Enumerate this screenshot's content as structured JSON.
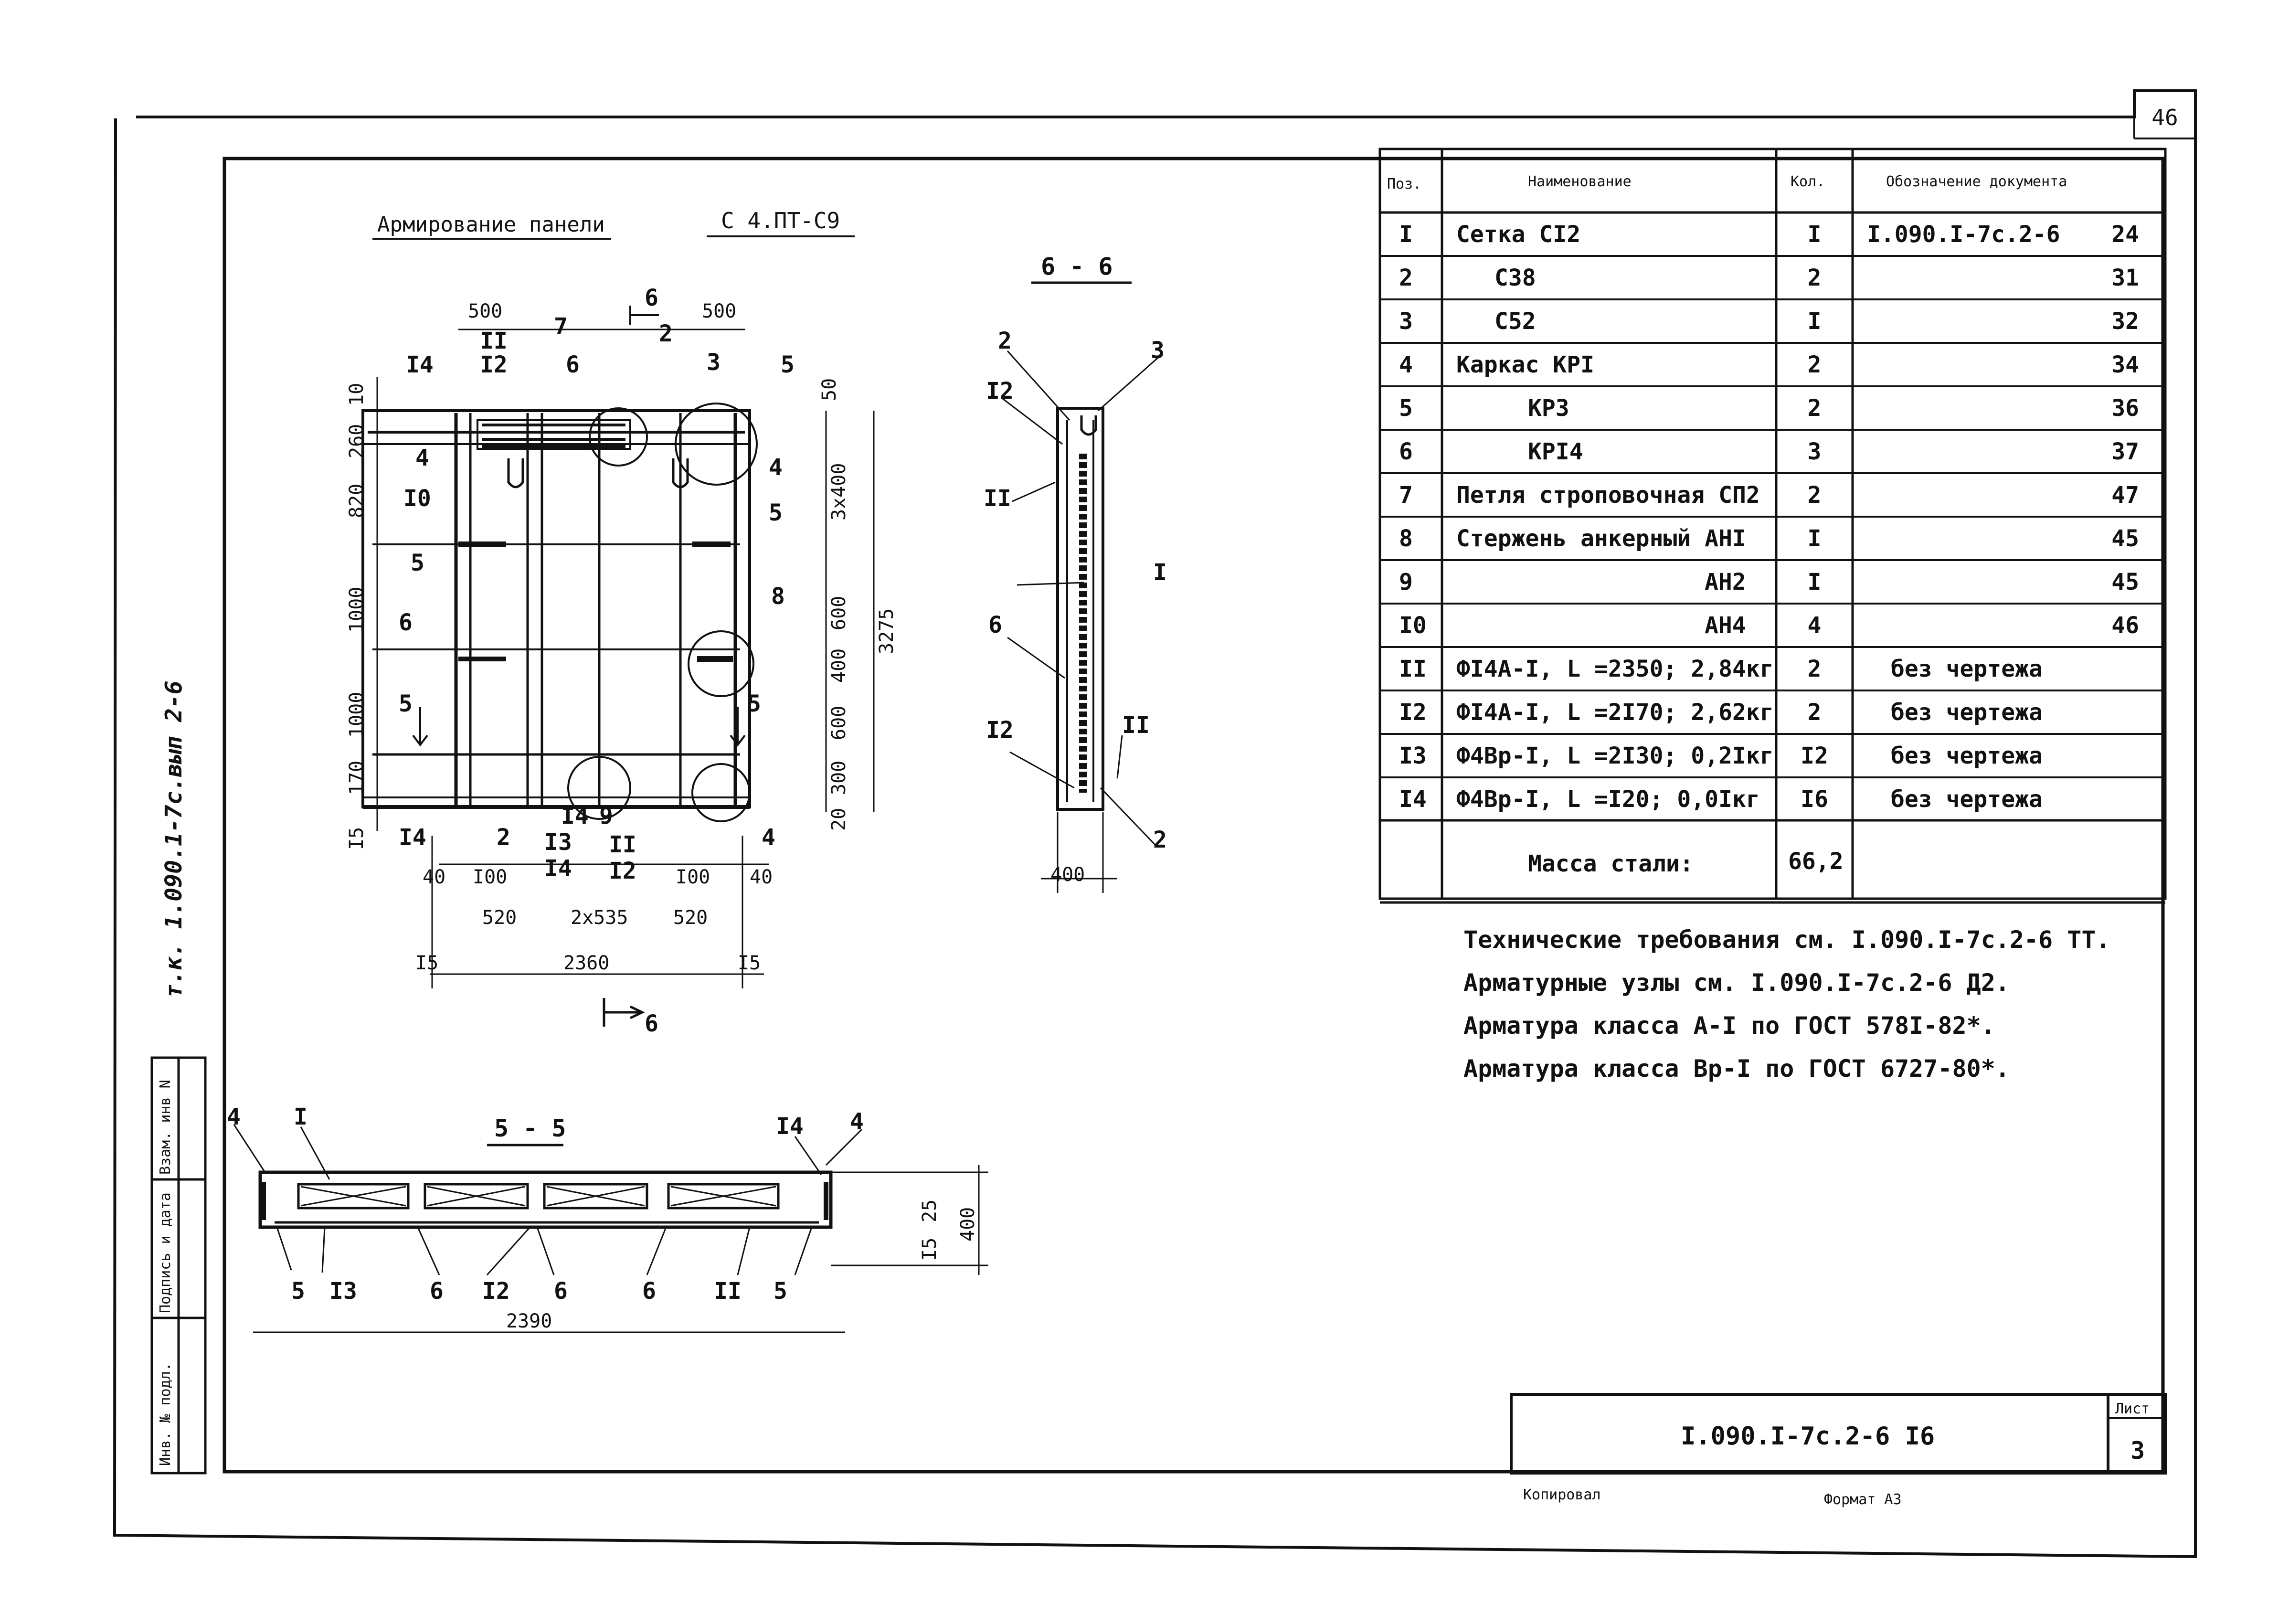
{
  "sheet": {
    "page_number": "46",
    "side_stamp": "т.к. 1.090.1-7с.вып 2-6",
    "side_block": [
      "Взам. инв N",
      "Подпись и дата",
      "Инв. № подл."
    ]
  },
  "drawing": {
    "title": "Армирование панели",
    "mark": "С 4.ПТ-С9",
    "section_66": "6 - 6",
    "section_55": "5 - 5",
    "cut_label": "6",
    "cut5_label": "5",
    "dims_top": [
      "500",
      "500",
      "50"
    ],
    "dims_left": [
      "10",
      "260",
      "820",
      "1000",
      "1000",
      "170",
      "I5"
    ],
    "dims_right": [
      "3х400",
      "600",
      "400",
      "600",
      "300",
      "20",
      "3275"
    ],
    "dims_bottom": [
      "40",
      "I00",
      "I00",
      "40",
      "520",
      "2х535",
      "520",
      "2360",
      "I5",
      "I5"
    ],
    "dim_55": [
      "2390",
      "25",
      "I5",
      "400"
    ],
    "dim_66": [
      "400"
    ],
    "labels_plan": [
      "I4",
      "II",
      "I2",
      "7",
      "6",
      "2",
      "3",
      "5",
      "4",
      "I0",
      "5",
      "6",
      "8",
      "5",
      "5",
      "I4",
      "2",
      "I3",
      "I4",
      "I4",
      "9",
      "II",
      "I2",
      "4"
    ],
    "labels_66": [
      "2",
      "3",
      "I2",
      "II",
      "I",
      "6",
      "I2",
      "II",
      "2"
    ],
    "labels_55": [
      "4",
      "I",
      "I4",
      "4",
      "5",
      "I3",
      "6",
      "I2",
      "6",
      "6",
      "II",
      "5"
    ]
  },
  "table": {
    "headers": [
      "Поз.",
      "Наименование",
      "Кол.",
      "Обозначение документа"
    ],
    "rows": [
      {
        "pos": "I",
        "name": "Сетка CI2",
        "qty": "I",
        "doc": "I.090.I-7c.2-6",
        "sheet": "24"
      },
      {
        "pos": "2",
        "name": "C38",
        "qty": "2",
        "doc": "",
        "sheet": "31"
      },
      {
        "pos": "3",
        "name": "C52",
        "qty": "I",
        "doc": "",
        "sheet": "32"
      },
      {
        "pos": "4",
        "name": "Каркас КРI",
        "qty": "2",
        "doc": "",
        "sheet": "34"
      },
      {
        "pos": "5",
        "name": "KP3",
        "qty": "2",
        "doc": "",
        "sheet": "36"
      },
      {
        "pos": "6",
        "name": "KPI4",
        "qty": "3",
        "doc": "",
        "sheet": "37"
      },
      {
        "pos": "7",
        "name": "Петля строповочная СП2",
        "qty": "2",
        "doc": "",
        "sheet": "47"
      },
      {
        "pos": "8",
        "name": "Стержень анкерный АНI",
        "qty": "I",
        "doc": "",
        "sheet": "45"
      },
      {
        "pos": "9",
        "name": "АН2",
        "qty": "I",
        "doc": "",
        "sheet": "45"
      },
      {
        "pos": "I0",
        "name": "АН4",
        "qty": "4",
        "doc": "",
        "sheet": "46"
      },
      {
        "pos": "II",
        "name": "ФI4А-I, L =2350; 2,84кг",
        "qty": "2",
        "doc": "без чертежа",
        "sheet": ""
      },
      {
        "pos": "I2",
        "name": "ФI4А-I, L =2I70; 2,62кг",
        "qty": "2",
        "doc": "без чертежа",
        "sheet": ""
      },
      {
        "pos": "I3",
        "name": "Ф4Вр-I, L =2I30; 0,2Iкг",
        "qty": "I2",
        "doc": "без чертежа",
        "sheet": ""
      },
      {
        "pos": "I4",
        "name": "Ф4Вр-I, L =I20; 0,0Iкг",
        "qty": "I6",
        "doc": "без чертежа",
        "sheet": ""
      }
    ],
    "total_label": "Масса стали:",
    "total_value": "66,2"
  },
  "notes": [
    "Технические требования см. I.090.I-7c.2-6 ТТ.",
    "Арматурные узлы см. I.090.I-7c.2-6 Д2.",
    "Арматура класса А-I по ГОСТ 578I-82*.",
    "Арматура класса Вр-I по ГОСТ 6727-80*."
  ],
  "title_block": {
    "code": "I.090.I-7c.2-6 I6",
    "sheet_label": "Лист",
    "sheet_number": "3",
    "copied": "Копировал",
    "format": "Формат А3"
  }
}
